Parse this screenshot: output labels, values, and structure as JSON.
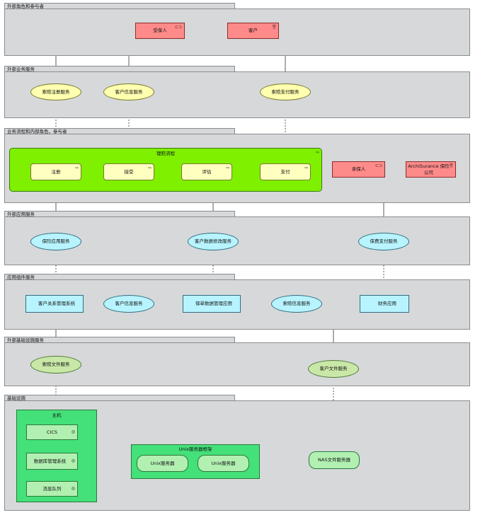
{
  "layers": {
    "actors": "外部角色和参与者",
    "biz_services": "外部业务服务",
    "processes": "业务流程和内部角色，参与者",
    "app_services": "外部应用服务",
    "app_components": "应用组件服务",
    "infra_services": "外部基础设施服务",
    "infrastructure": "基础设施"
  },
  "actors": {
    "insured": "受保人",
    "customer": "客户"
  },
  "biz_services": {
    "claim_register": "索赔注册服务",
    "customer_info": "客户信息服务",
    "claim_payment": "索赔支付服务"
  },
  "process": {
    "title": "理赔流程",
    "steps": [
      "注册",
      "接受",
      "评估",
      "支付"
    ],
    "insurer": "承保人",
    "company": "ArchiSurance 保险公司"
  },
  "app_services": {
    "policy": "保险应用服务",
    "customer_data": "客户数据修改服务",
    "premium_payment": "保费支付服务"
  },
  "app_components": {
    "crm": "客户关系管理系统",
    "customer_info_svc": "客户信息服务",
    "policy_mgmt": "保单数据管理应用",
    "claim_info_svc": "索赔信息服务",
    "finance": "财务应用"
  },
  "infra_services": {
    "claim_file": "索赔文件服务",
    "customer_file": "客户文件服务"
  },
  "infrastructure": {
    "mainframe": "主机",
    "cics": "CICS",
    "dbms": "数据库管理系统",
    "mq": "消息队列",
    "unix_farm": "Unix服务器框架",
    "unix1": "Unix服务器",
    "unix2": "Unix服务器",
    "nas": "NAS文件服务器"
  },
  "colors": {
    "actor": "#ff8a8a",
    "process_container": "#7ef000",
    "business": "#ffffc0",
    "application": "#b8f4ff",
    "technology_service": "#c9e8a8",
    "node": "#44e07a",
    "layer": "#d6d8da"
  }
}
